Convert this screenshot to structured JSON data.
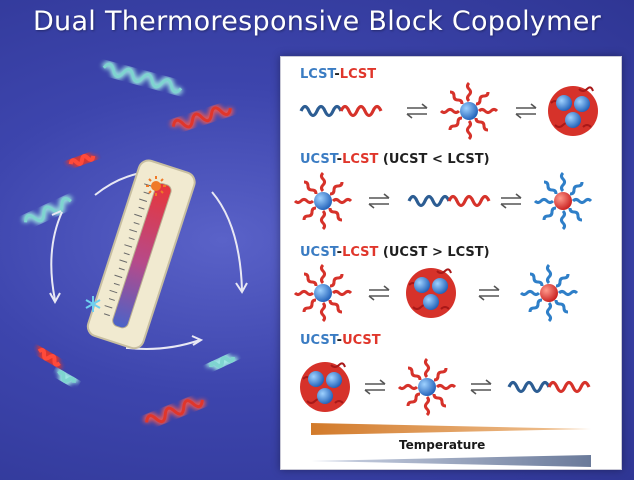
{
  "title": "Dual Thermoresponsive Block Copolymer",
  "sections": [
    {
      "first": "LCST",
      "sep": "-",
      "second": "LCST",
      "condition": ""
    },
    {
      "first": "UCST",
      "sep": "-",
      "second": "LCST",
      "condition": "(UCST < LCST)"
    },
    {
      "first": "UCST",
      "sep": "-",
      "second": "LCST",
      "condition": "(UCST > LCST)"
    },
    {
      "first": "UCST",
      "sep": "-",
      "second": "UCST",
      "condition": ""
    }
  ],
  "temperature_label": "Temperature",
  "colors": {
    "blue_block": "#3a7cc3",
    "red_block": "#e0362b",
    "core_blue": "#2f7fd6",
    "background": "#3d45ad",
    "thermometer": "#f1ead0"
  },
  "icons": [
    "sun-icon",
    "snowflake-icon",
    "thermometer-icon"
  ]
}
